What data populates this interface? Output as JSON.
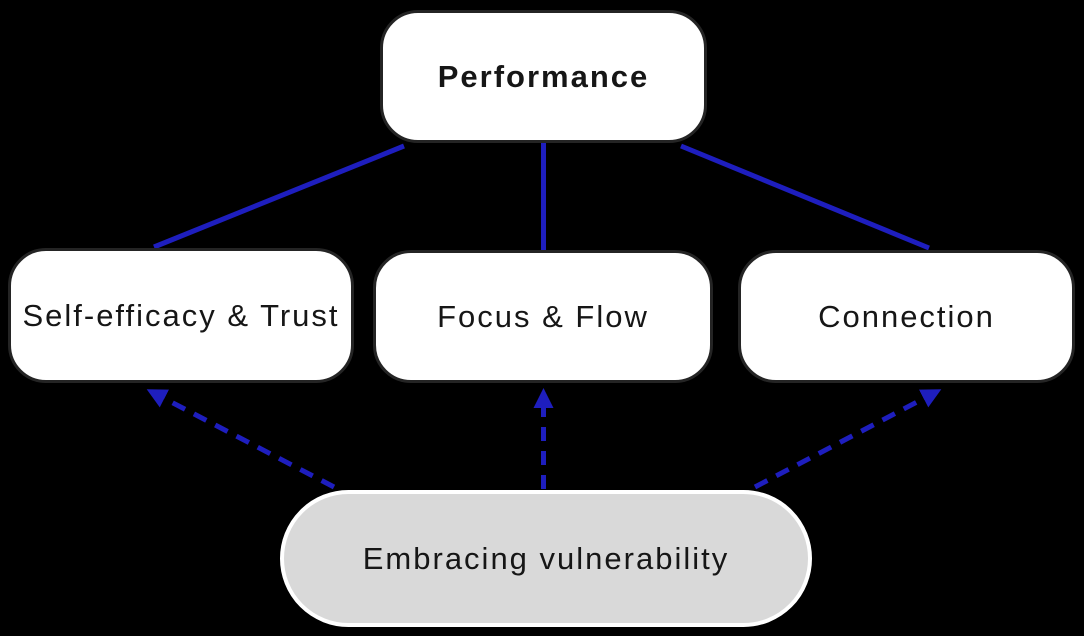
{
  "diagram": {
    "background_color": "#000000",
    "connector_color": "#1e1ebe",
    "node_text_color": "#161616",
    "nodes": {
      "performance": {
        "label": "Performance",
        "fill": "#ffffff",
        "border_color": "#242424",
        "emphasis": "bold"
      },
      "self_efficacy_trust": {
        "label": "Self-efficacy & Trust",
        "fill": "#ffffff",
        "border_color": "#242424"
      },
      "focus_flow": {
        "label": "Focus & Flow",
        "fill": "#ffffff",
        "border_color": "#242424"
      },
      "connection": {
        "label": "Connection",
        "fill": "#ffffff",
        "border_color": "#242424"
      },
      "embracing_vulnerability": {
        "label": "Embracing vulnerability",
        "fill": "#d9d9d9",
        "border_color": "#ffffff"
      }
    },
    "edges": [
      {
        "from": "performance",
        "to": "self_efficacy_trust",
        "style": "solid",
        "arrowhead": "none"
      },
      {
        "from": "performance",
        "to": "focus_flow",
        "style": "solid",
        "arrowhead": "none"
      },
      {
        "from": "performance",
        "to": "connection",
        "style": "solid",
        "arrowhead": "none"
      },
      {
        "from": "embracing_vulnerability",
        "to": "self_efficacy_trust",
        "style": "dashed",
        "arrowhead": "to"
      },
      {
        "from": "embracing_vulnerability",
        "to": "focus_flow",
        "style": "dashed",
        "arrowhead": "to"
      },
      {
        "from": "embracing_vulnerability",
        "to": "connection",
        "style": "dashed",
        "arrowhead": "to"
      }
    ]
  }
}
